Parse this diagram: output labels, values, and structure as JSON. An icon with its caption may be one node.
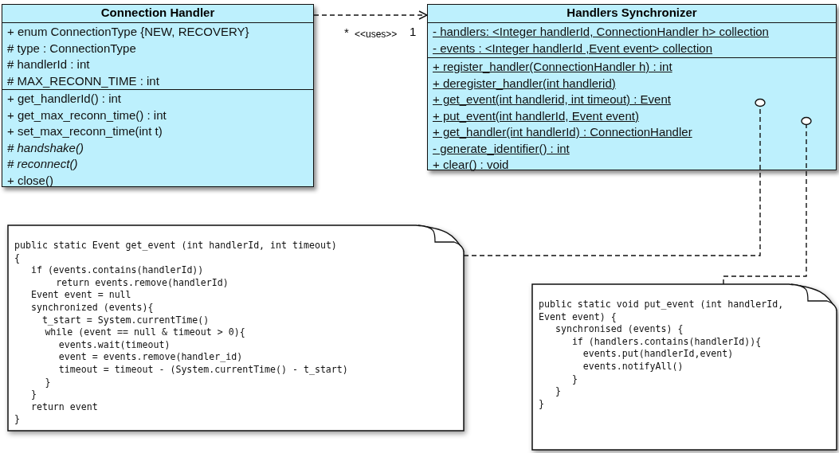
{
  "diagram": {
    "nodes": [
      {
        "text": [
          "Connection Handler"
        ]
      },
      {
        "text": [
          "+ enum ConnectionType {NEW, RECOVERY}",
          "# type : ConnectionType",
          "# handlerId : int",
          "# MAX_RECONN_TIME : int"
        ],
        "in": 0
      },
      {
        "text": [
          "+ get_handlerId() : int",
          "+ get_max_reconn_time() : int",
          "+ set_max_reconn_time(int t)",
          "*# handshake()*",
          "*# reconnect()*",
          "+ close()"
        ],
        "in": 0
      },
      {
        "text": [
          "Handlers Synchronizer"
        ]
      },
      {
        "text": [
          "- handlers: <Integer handlerId, ConnectionHandler h> collection",
          "- events : <Integer handlerId ,Event event> collection"
        ],
        "in": 3
      },
      {
        "text": [
          "+ register_handler(ConnectionHandler h) : int",
          "+ deregister_handler(int handlerid)",
          "+ get_event(int handlerid, int timeout) : Event",
          "+ put_event(int handlerId, Event event)",
          "+ get_handler(int handlerId) : ConnectionHandler",
          "- generate_identifier() : int",
          "+ clear() : void"
        ],
        "in": 3
      },
      {
        "text": [
          "public static Event get_event (int handlerId, int timeout)",
          "{",
          "if (events.contains(handlerId))",
          "return events.remove(handlerId)",
          "Event event = null",
          "synchronized (events){",
          "t_start = System.currentTime()",
          "while (event == null & timeout > 0){",
          "events.wait(timeout)",
          "event = events.remove(handler_id)",
          "timeout = timeout - (System.currentTime() - t_start)",
          "}",
          "}",
          "return event",
          "}"
        ]
      },
      {
        "text": [
          "public static void put_event (int handlerId, Event event) {",
          "synchronised (events) {",
          "if (handlers.contains(handlerId)){",
          "events.put(handlerId,event)",
          "events.notifyAll()",
          "}",
          "}",
          "}"
        ]
      }
    ],
    "edges": [
      {
        "from": 0,
        "to": 3,
        "arrow": "to",
        "label": "<<uses>>",
        "style": "dashed"
      },
      {
        "from": 6,
        "to": 5,
        "arrow": "other",
        "style": "dashed"
      },
      {
        "from": 7,
        "to": 5,
        "arrow": "other",
        "style": "dashed"
      }
    ],
    "labels": [
      "*",
      "1"
    ]
  }
}
